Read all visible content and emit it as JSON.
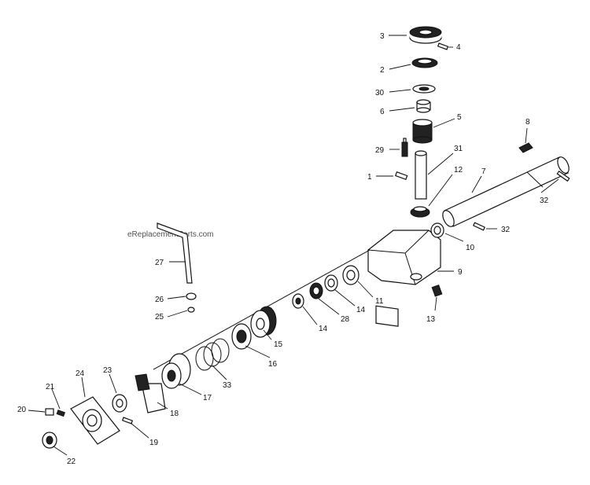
{
  "watermark": "eReplacementParts.com",
  "callouts": [
    {
      "id": "1",
      "label": "1"
    },
    {
      "id": "2",
      "label": "2"
    },
    {
      "id": "3",
      "label": "3"
    },
    {
      "id": "4",
      "label": "4"
    },
    {
      "id": "5",
      "label": "5"
    },
    {
      "id": "6",
      "label": "6"
    },
    {
      "id": "7",
      "label": "7"
    },
    {
      "id": "8",
      "label": "8"
    },
    {
      "id": "9",
      "label": "9"
    },
    {
      "id": "10",
      "label": "10"
    },
    {
      "id": "11",
      "label": "11"
    },
    {
      "id": "12",
      "label": "12"
    },
    {
      "id": "13",
      "label": "13"
    },
    {
      "id": "14a",
      "label": "14"
    },
    {
      "id": "14b",
      "label": "14"
    },
    {
      "id": "15",
      "label": "15"
    },
    {
      "id": "16",
      "label": "16"
    },
    {
      "id": "17",
      "label": "17"
    },
    {
      "id": "18",
      "label": "18"
    },
    {
      "id": "19",
      "label": "19"
    },
    {
      "id": "20",
      "label": "20"
    },
    {
      "id": "21",
      "label": "21"
    },
    {
      "id": "22",
      "label": "22"
    },
    {
      "id": "23",
      "label": "23"
    },
    {
      "id": "24",
      "label": "24"
    },
    {
      "id": "25",
      "label": "25"
    },
    {
      "id": "26",
      "label": "26"
    },
    {
      "id": "27",
      "label": "27"
    },
    {
      "id": "28",
      "label": "28"
    },
    {
      "id": "29",
      "label": "29"
    },
    {
      "id": "30",
      "label": "30"
    },
    {
      "id": "31",
      "label": "31"
    },
    {
      "id": "32a",
      "label": "32"
    },
    {
      "id": "32b",
      "label": "32"
    },
    {
      "id": "33",
      "label": "33"
    }
  ]
}
